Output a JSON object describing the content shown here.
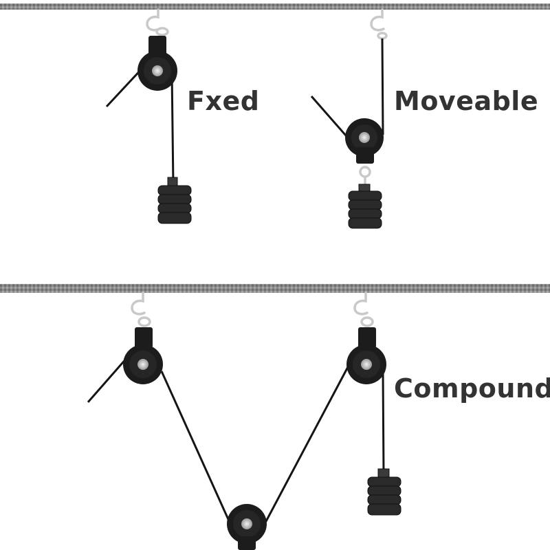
{
  "labels": {
    "fixed": "Fxed",
    "moveable": "Moveable",
    "compound": "Compound"
  },
  "colors": {
    "background": "#ffffff",
    "beam": "#8a8a8a",
    "pulley": "#1c1c1c",
    "rope": "#151515",
    "weight": "#2a2a2a",
    "hook": "#c9c9c9",
    "label": "#333333"
  },
  "icons": [
    "hook-icon",
    "pulley-icon",
    "weight-icon",
    "rope-icon",
    "ceiling-beam"
  ]
}
